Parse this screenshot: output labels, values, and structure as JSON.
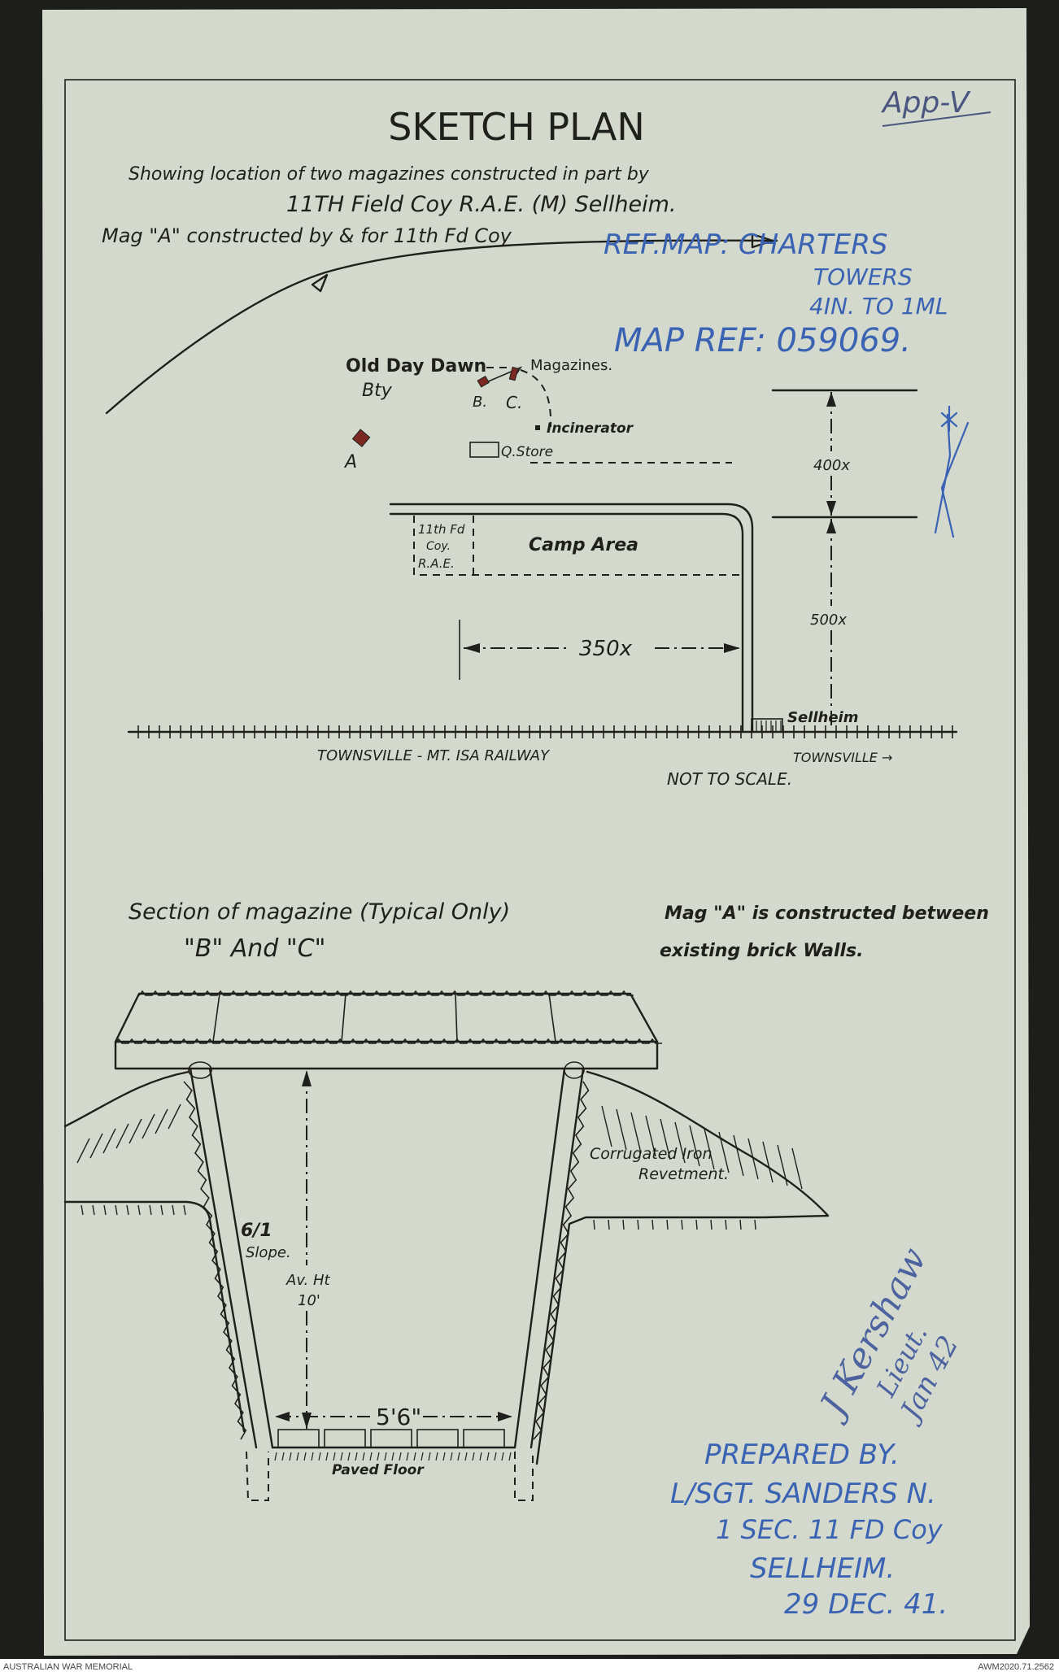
{
  "sheet": {
    "app_ref": "App-V",
    "title": "SKETCH PLAN",
    "subtitle_1": "Showing location of two magazines constructed in part by",
    "subtitle_2": "11TH Field Coy R.A.E. (M) Sellheim.",
    "subtitle_3": "Mag \"A\" constructed by & for 11th Fd Coy"
  },
  "annotations_blue": {
    "ref_map_1": "REF.MAP: CHARTERS",
    "ref_map_2": "TOWERS",
    "ref_map_3": "4IN. TO 1ML",
    "map_ref": "MAP REF: 059069."
  },
  "plan": {
    "old_day_dawn_1": "Old Day Dawn",
    "old_day_dawn_2": "Bty",
    "magazines": "Magazines.",
    "mag_a": "A",
    "mag_b": "B.",
    "mag_c": "C.",
    "incinerator": "Incinerator",
    "q_store": "Q.Store",
    "coy_1": "11th Fd",
    "coy_2": "Coy.",
    "coy_3": "R.A.E.",
    "camp_area": "Camp Area",
    "dim_350": "350x",
    "dim_400": "400x",
    "dim_500": "500x",
    "sellheim": "Sellheim",
    "railway": "TOWNSVILLE - MT. ISA RAILWAY",
    "townsville": "TOWNSVILLE →",
    "not_to_scale": "NOT TO SCALE.",
    "mag_color": "#7a2a22"
  },
  "section": {
    "heading_1": "Section of magazine (Typical Only)",
    "heading_2": "\"B\" And \"C\"",
    "note_1": "Mag \"A\" is constructed between",
    "note_2": "existing brick Walls.",
    "corrugated_1": "Corrugated Iron",
    "corrugated_2": "Revetment.",
    "slope_1": "6/1",
    "slope_2": "Slope.",
    "height_1": "Av. Ht",
    "height_2": "10'",
    "width": "5'6\"",
    "floor": "Paved Floor"
  },
  "signature": {
    "name": "J Kershaw",
    "rank": "Lieut.",
    "date": "Jan 42"
  },
  "prepared": {
    "line_1": "PREPARED BY.",
    "line_2": "L/SGT. SANDERS N.",
    "line_3": "1 SEC. 11 FD Coy",
    "line_4": "SELLHEIM.",
    "line_5": "29 DEC. 41."
  },
  "footer": {
    "left": "AUSTRALIAN WAR MEMORIAL",
    "right": "AWM2020.71.2562"
  }
}
